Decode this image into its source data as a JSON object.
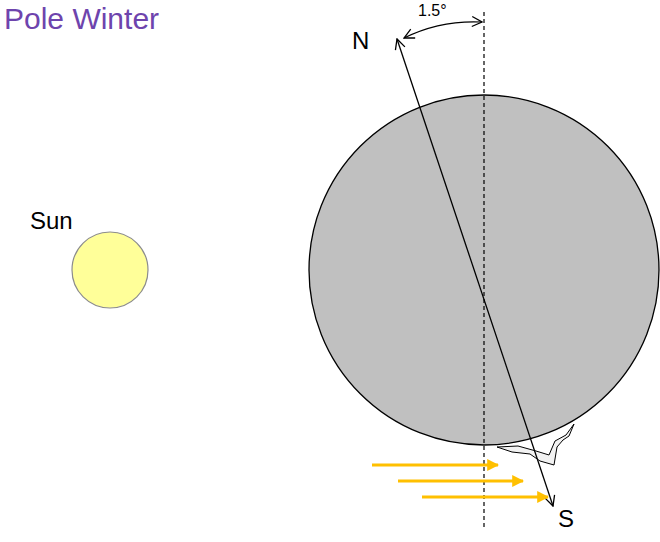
{
  "diagram": {
    "title": "Pole Winter",
    "labels": [
      "Sun",
      "N",
      "1.5°",
      "S"
    ]
  }
}
